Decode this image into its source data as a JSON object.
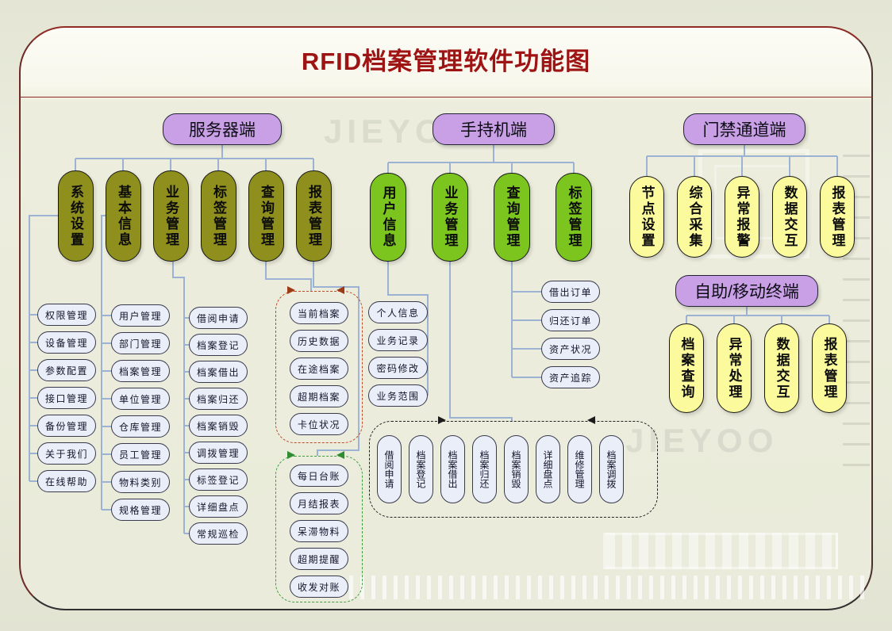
{
  "title": "RFID档案管理软件功能图",
  "watermark": "JIEYOO",
  "colors": {
    "title_red": "#9e1414",
    "head_purple": "#c9a0e5",
    "server_module_olive": "#8f8f1d",
    "handheld_module_green": "#7cc51f",
    "gate_module_yellow": "#fbfb9d",
    "leaf_fill": "#e9eef8",
    "connector_blue": "#9cb2d2",
    "query_group_dash": "#bf4a2a",
    "report_group_dash": "#3f9e3f",
    "business_group_dash": "#202020"
  },
  "sections": {
    "server": {
      "label": "服务器端",
      "modules": [
        "系统设置",
        "基本信息",
        "业务管理",
        "标签管理",
        "查询管理",
        "报表管理"
      ],
      "system_settings_leaves": [
        "权限管理",
        "设备管理",
        "参数配置",
        "接口管理",
        "备份管理",
        "关于我们",
        "在线帮助"
      ],
      "basic_info_leaves": [
        "用户管理",
        "部门管理",
        "档案管理",
        "单位管理",
        "仓库管理",
        "员工管理",
        "物料类别",
        "规格管理"
      ],
      "business_leaves": [
        "借阅申请",
        "档案登记",
        "档案借出",
        "档案归还",
        "档案销毁",
        "调拨管理",
        "标签登记",
        "详细盘点",
        "常规巡检"
      ],
      "query_leaves": [
        "当前档案",
        "历史数据",
        "在途档案",
        "超期档案",
        "卡位状况"
      ],
      "report_leaves": [
        "每日台账",
        "月结报表",
        "呆滞物料",
        "超期提醒",
        "收发对账"
      ]
    },
    "handheld": {
      "label": "手持机端",
      "modules": [
        "用户信息",
        "业务管理",
        "查询管理",
        "标签管理"
      ],
      "user_info_leaves": [
        "个人信息",
        "业务记录",
        "密码修改",
        "业务范围"
      ],
      "business_leaves": [
        "借阅申请",
        "档案登记",
        "档案借出",
        "档案归还",
        "档案销毁",
        "详细盘点",
        "维修管理",
        "档案调拨"
      ],
      "query_leaves": [
        "借出订单",
        "归还订单",
        "资产状况",
        "资产追踪"
      ]
    },
    "gate": {
      "label": "门禁通道端",
      "modules": [
        "节点设置",
        "综合采集",
        "异常报警",
        "数据交互",
        "报表管理"
      ]
    },
    "mobile": {
      "label": "自助/移动终端",
      "modules": [
        "档案查询",
        "异常处理",
        "数据交互",
        "报表管理"
      ]
    }
  }
}
